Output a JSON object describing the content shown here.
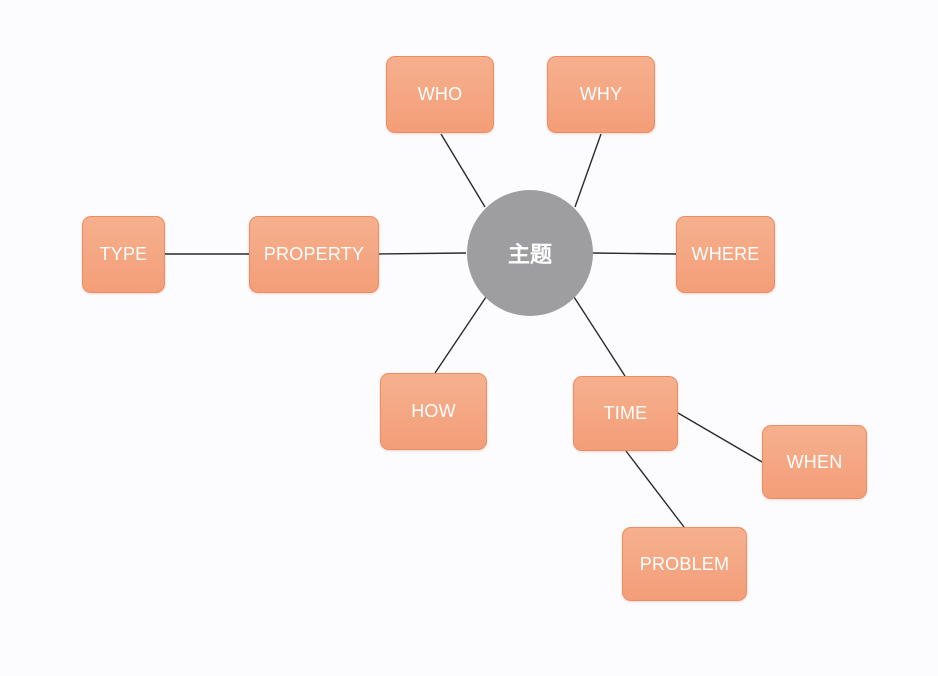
{
  "diagram": {
    "center": {
      "id": "center",
      "label": "主题"
    },
    "nodes": [
      {
        "id": "who",
        "label": "WHO"
      },
      {
        "id": "why",
        "label": "WHY"
      },
      {
        "id": "type",
        "label": "TYPE"
      },
      {
        "id": "property",
        "label": "PROPERTY"
      },
      {
        "id": "where",
        "label": "WHERE"
      },
      {
        "id": "how",
        "label": "HOW"
      },
      {
        "id": "time",
        "label": "TIME"
      },
      {
        "id": "when",
        "label": "WHEN"
      },
      {
        "id": "problem",
        "label": "PROBLEM"
      }
    ],
    "edges": [
      {
        "from": "center",
        "to": "who"
      },
      {
        "from": "center",
        "to": "why"
      },
      {
        "from": "center",
        "to": "property"
      },
      {
        "from": "property",
        "to": "type"
      },
      {
        "from": "center",
        "to": "where"
      },
      {
        "from": "center",
        "to": "how"
      },
      {
        "from": "center",
        "to": "time"
      },
      {
        "from": "time",
        "to": "when"
      },
      {
        "from": "time",
        "to": "problem"
      }
    ],
    "colors": {
      "node_fill": "#f4a683",
      "node_border": "#eb8c62",
      "center_fill": "#9e9d9f",
      "edge": "#2b2b2b",
      "text": "#ffffff"
    }
  }
}
